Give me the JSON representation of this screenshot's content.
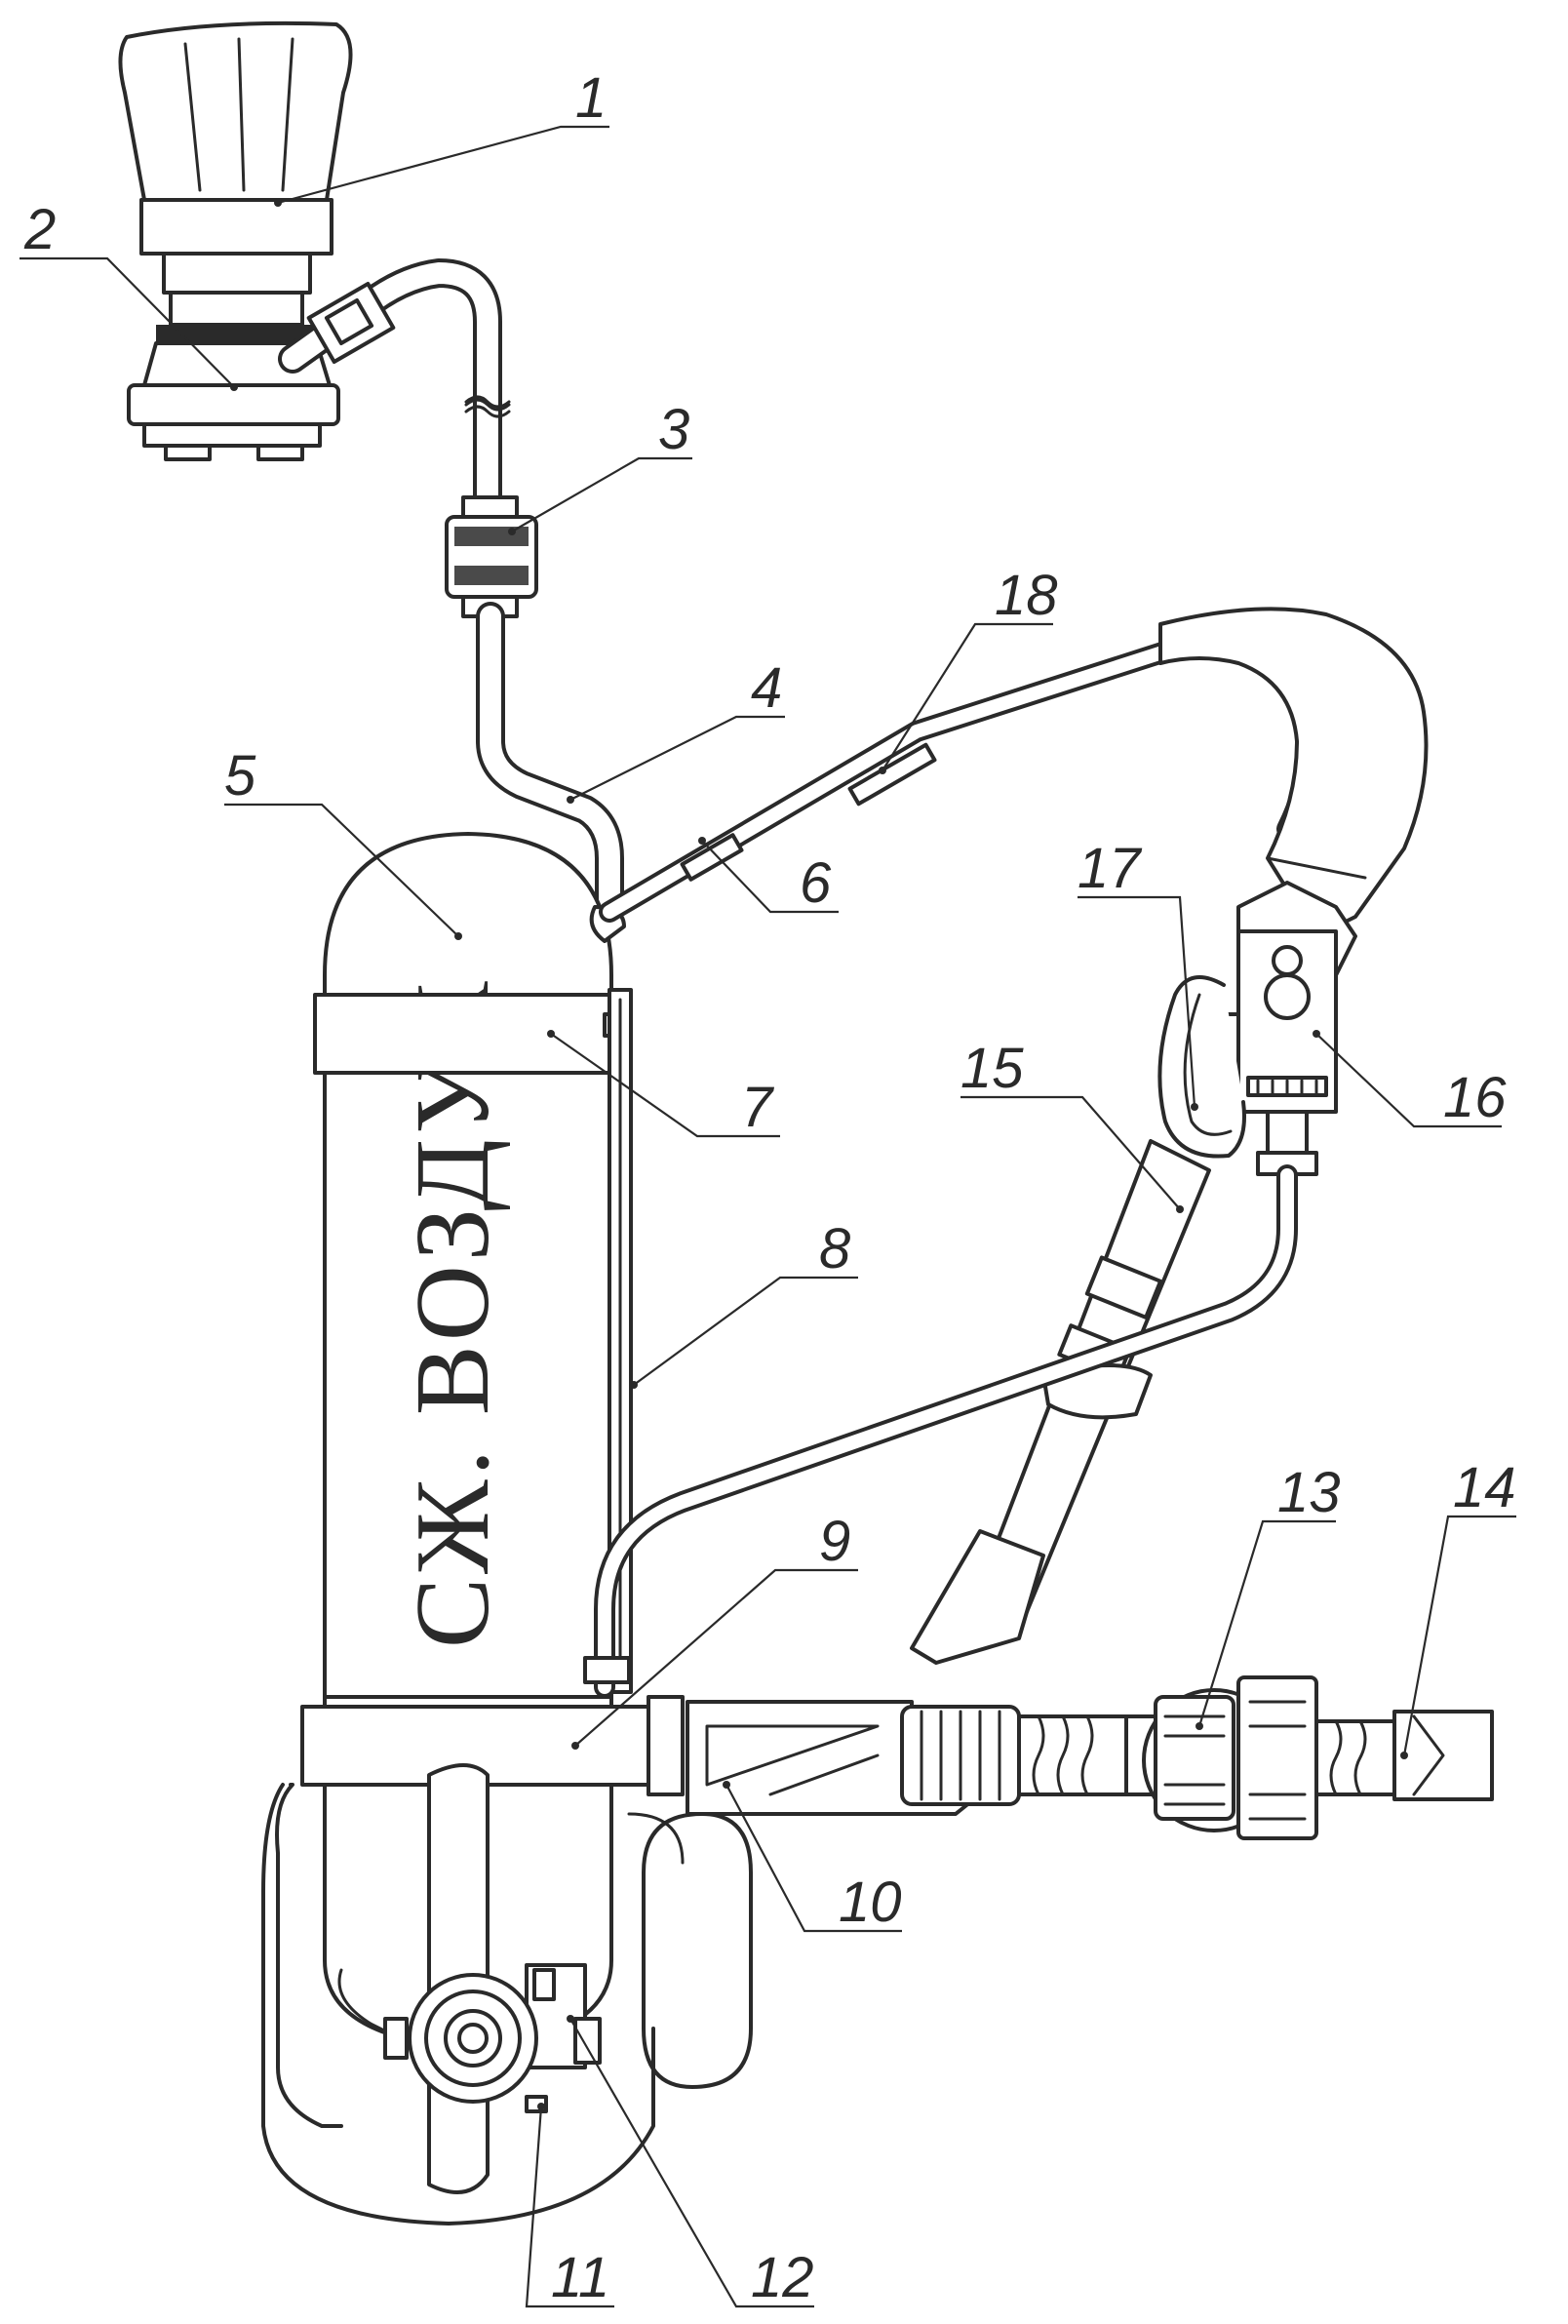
{
  "cylinder_label": "СЖ. ВОЗДУХ",
  "callouts": [
    "1",
    "2",
    "3",
    "4",
    "5",
    "6",
    "7",
    "8",
    "9",
    "10",
    "11",
    "12",
    "13",
    "14",
    "15",
    "16",
    "17",
    "18"
  ],
  "line_color": "#2a2a2a",
  "background_color": "#ffffff"
}
